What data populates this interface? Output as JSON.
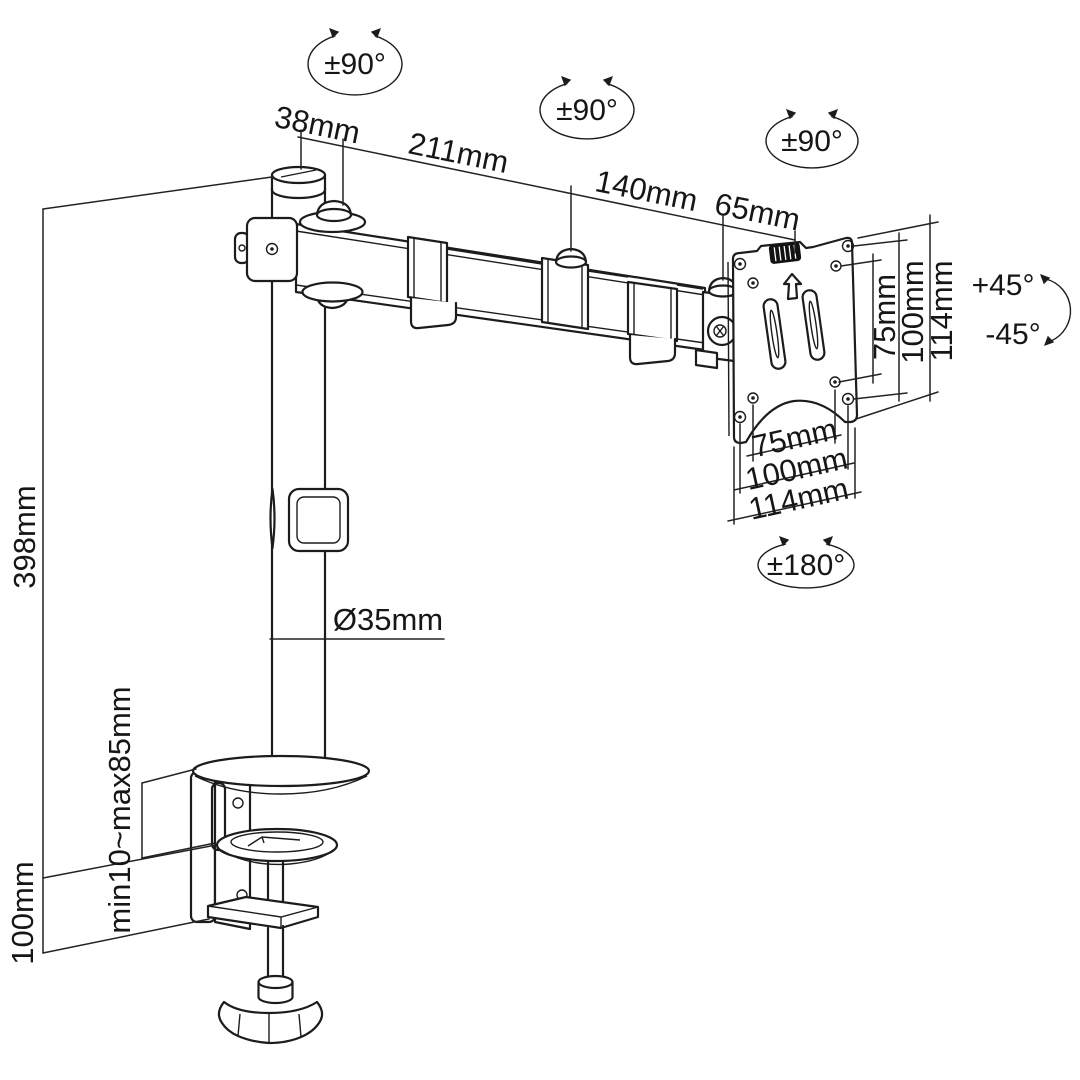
{
  "drawing": {
    "subject": "single-monitor-desk-mount-arm-dimension-drawing",
    "colors": {
      "line": "#1c1c1c",
      "background": "#ffffff",
      "thumbscrew": "#121212"
    },
    "labels": {
      "rotations": {
        "pole": "±90°",
        "arm": "±90°",
        "vesa": "±90°",
        "plate": "±180°",
        "tilt_up": "+45°",
        "tilt_down": "-45°"
      },
      "dims": {
        "pole_top": "38mm",
        "arm_segment_1": "211mm",
        "arm_segment_2": "140mm",
        "arm_segment_3": "65mm",
        "pole_height": "398mm",
        "pole_diameter": "Ø35mm",
        "clamp_range": "min10~max85mm",
        "clamp_depth": "100mm",
        "vesa_right": [
          "75mm",
          "100mm",
          "114mm"
        ],
        "vesa_bottom": [
          "75mm",
          "100mm",
          "114mm"
        ]
      }
    }
  }
}
